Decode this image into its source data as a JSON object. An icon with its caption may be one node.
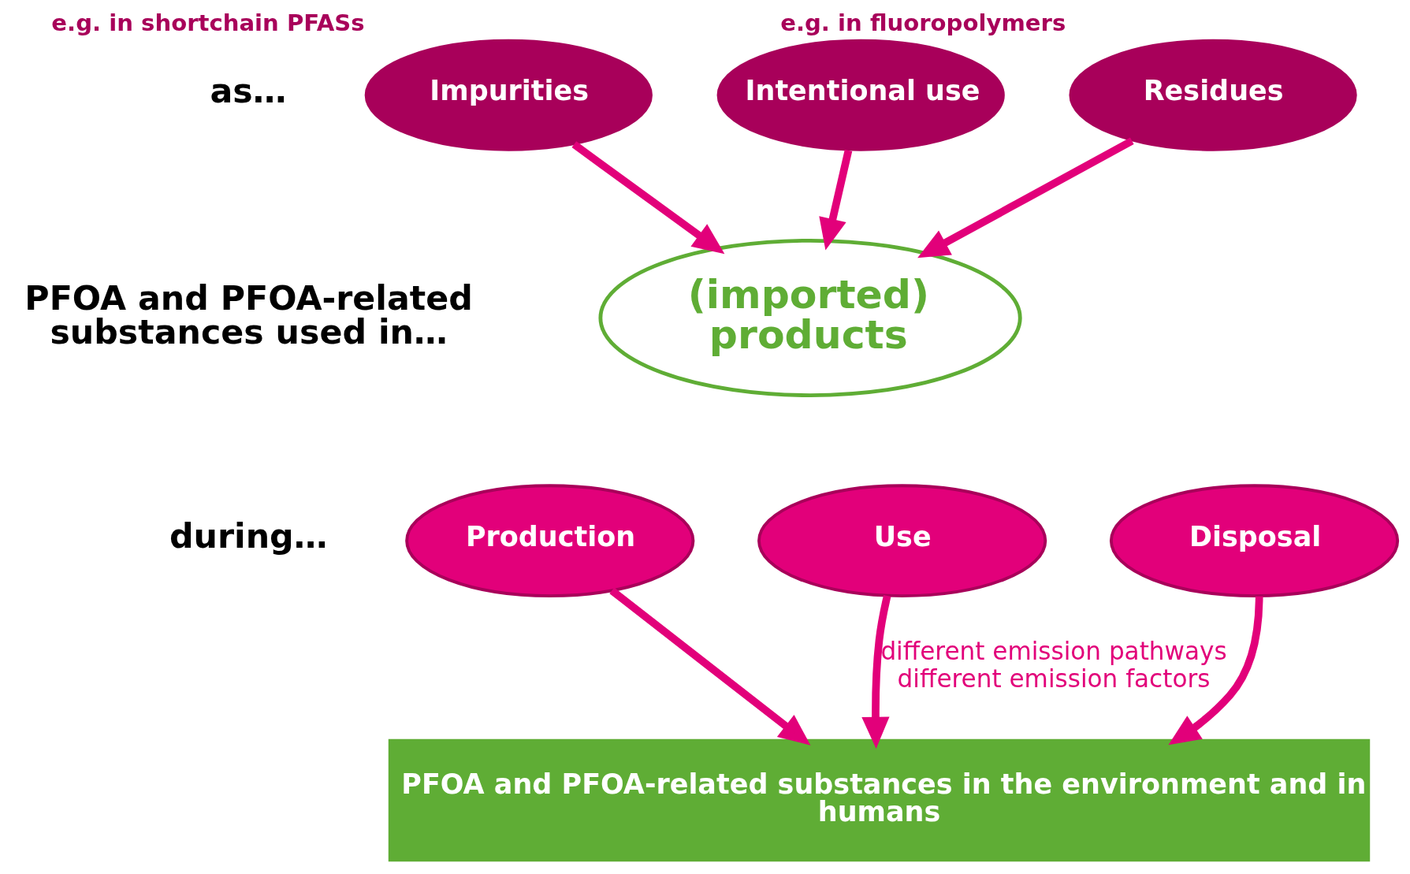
{
  "diagram": {
    "nodes": [
      {
        "text": [
          "Impurities"
        ],
        "beside": [
          "e.g. in shortchain PFASs"
        ]
      },
      {
        "text": [
          "Intentional use"
        ]
      },
      {
        "text": [
          "Residues"
        ],
        "beside": [
          "e.g. in fluoropolymers"
        ]
      },
      {
        "text": [
          "(imported) products"
        ]
      },
      {
        "text": [
          "Production"
        ]
      },
      {
        "text": [
          "Use"
        ]
      },
      {
        "text": [
          "Disposal"
        ]
      },
      {
        "text": [
          "PFOA and PFOA-related substances in the environment and in humans"
        ]
      }
    ],
    "edges": [
      {
        "from": 0,
        "to": 3,
        "arrow": "to"
      },
      {
        "from": 1,
        "to": 3,
        "arrow": "to"
      },
      {
        "from": 2,
        "to": 3,
        "arrow": "to"
      },
      {
        "from": 4,
        "to": 7,
        "arrow": "to"
      },
      {
        "from": 5,
        "to": 7,
        "arrow": "to",
        "label": "different emission pathways different emission factors"
      },
      {
        "from": 6,
        "to": 7,
        "arrow": "to"
      }
    ],
    "labels": [
      "as…",
      "PFOA and PFOA-related substances used in…",
      "during…"
    ]
  }
}
